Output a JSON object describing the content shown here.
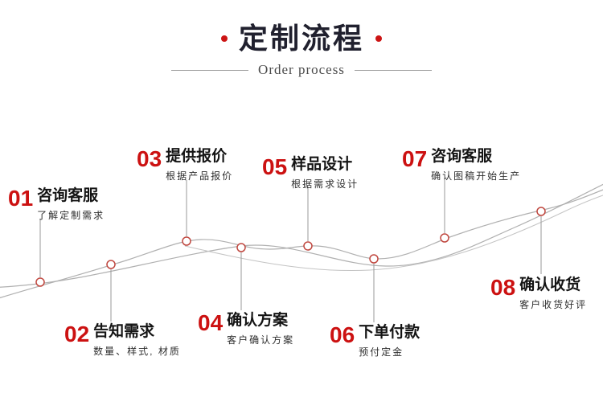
{
  "header": {
    "title": "定制流程",
    "subtitle": "Order process"
  },
  "steps": [
    {
      "num": "01",
      "title": "咨询客服",
      "desc": "了解定制需求"
    },
    {
      "num": "02",
      "title": "告知需求",
      "desc": "数量、样式, 材质"
    },
    {
      "num": "03",
      "title": "提供报价",
      "desc": "根据产品报价"
    },
    {
      "num": "04",
      "title": "确认方案",
      "desc": "客户确认方案"
    },
    {
      "num": "05",
      "title": "样品设计",
      "desc": "根据需求设计"
    },
    {
      "num": "06",
      "title": "下单付款",
      "desc": "预付定金"
    },
    {
      "num": "07",
      "title": "咨询客服",
      "desc": "确认图稿开始生产"
    },
    {
      "num": "08",
      "title": "确认收货",
      "desc": "客户收货好评"
    }
  ],
  "colors": {
    "accent_red": "#cc1111",
    "title_dark": "#20202e",
    "curve_gray": "#b0b0b0",
    "connector_gray": "#999999",
    "node_stroke": "#c0473f"
  }
}
